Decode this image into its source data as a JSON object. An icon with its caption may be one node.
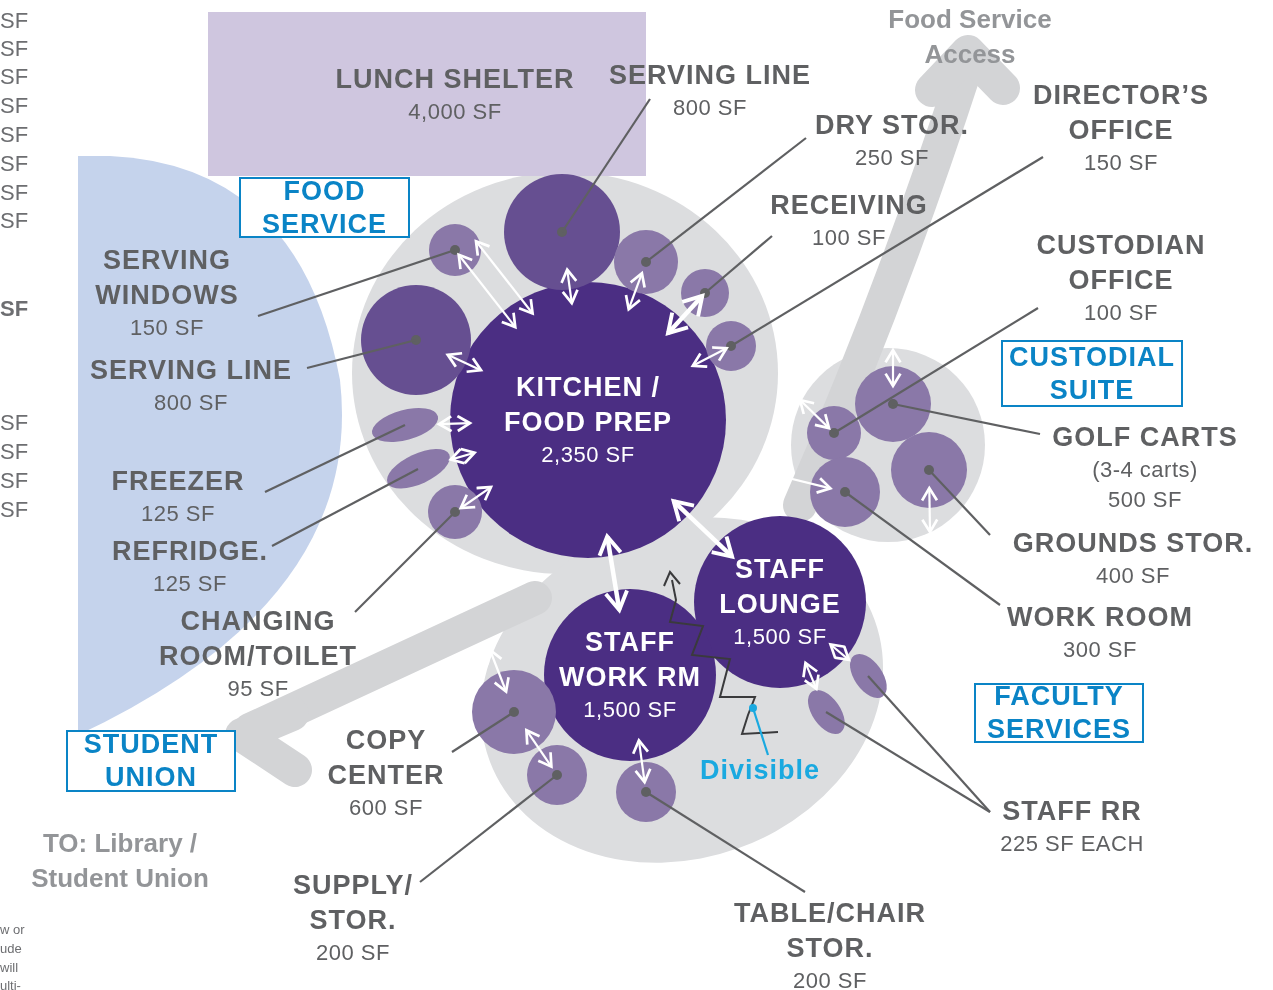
{
  "diagram": {
    "nodes": [
      {
        "text": [
          "LUNCH SHELTER",
          "4,000 SF"
        ]
      },
      {
        "text": [
          "FOOD SERVICE"
        ]
      },
      {
        "text": [
          "SERVING LINE",
          "800 SF"
        ]
      },
      {
        "text": [
          "DRY STOR.",
          "250 SF"
        ]
      },
      {
        "text": [
          "RECEIVING",
          "100 SF"
        ]
      },
      {
        "text": [
          "DIRECTOR’S OFFICE",
          "150 SF"
        ]
      },
      {
        "text": [
          "SERVING WINDOWS",
          "150 SF"
        ]
      },
      {
        "text": [
          "SERVING LINE",
          "800 SF"
        ]
      },
      {
        "text": [
          "KITCHEN / FOOD PREP",
          "2,350 SF"
        ]
      },
      {
        "text": [
          "CUSTODIAN OFFICE",
          "100 SF"
        ]
      },
      {
        "text": [
          "CUSTODIAL SUITE"
        ]
      },
      {
        "text": [
          "GOLF CARTS",
          "(3-4 carts)",
          "500 SF"
        ]
      },
      {
        "text": [
          "FREEZER",
          "125 SF"
        ]
      },
      {
        "text": [
          "REFRIDGE.",
          "125 SF"
        ]
      },
      {
        "text": [
          "GROUNDS STOR.",
          "400 SF"
        ]
      },
      {
        "text": [
          "STAFF LOUNGE",
          "1,500 SF"
        ]
      },
      {
        "text": [
          "CHANGING ROOM/TOILET",
          "95 SF"
        ]
      },
      {
        "text": [
          "STAFF WORK RM",
          "1,500 SF"
        ]
      },
      {
        "text": [
          "WORK ROOM",
          "300 SF"
        ]
      },
      {
        "text": [
          "FACULTY SERVICES"
        ]
      },
      {
        "text": [
          "STUDENT UNION"
        ]
      },
      {
        "text": [
          "COPY CENTER",
          "600 SF"
        ]
      },
      {
        "text": [
          "Divisible"
        ]
      },
      {
        "text": [
          "STAFF RR",
          "225 SF EACH"
        ]
      },
      {
        "text": [
          "SUPPLY/ STOR.",
          "200 SF"
        ]
      },
      {
        "text": [
          "TABLE/CHAIR STOR.",
          "200 SF"
        ]
      },
      {
        "text": [],
        "shape": "circle"
      },
      {
        "text": [],
        "shape": "circle"
      },
      {
        "text": [],
        "shape": "circle"
      },
      {
        "text": [],
        "shape": "circle"
      },
      {
        "text": [],
        "shape": "circle"
      },
      {
        "text": [],
        "shape": "circle"
      },
      {
        "text": [],
        "shape": "circle"
      },
      {
        "text": [],
        "shape": "ellipse"
      },
      {
        "text": [],
        "shape": "circle"
      },
      {
        "text": [],
        "shape": "ellipse"
      },
      {
        "text": [],
        "shape": "circle"
      },
      {
        "text": [],
        "shape": "circle"
      },
      {
        "text": [],
        "shape": "circle"
      },
      {
        "text": [],
        "shape": "ellipse"
      },
      {
        "text": [],
        "shape": "ellipse"
      },
      {
        "text": [],
        "shape": "circle"
      },
      {
        "text": [],
        "shape": "circle"
      },
      {
        "text": [],
        "shape": "circle"
      },
      {
        "text": [],
        "shape": "line"
      }
    ],
    "edges": [
      {
        "from": 2,
        "to": 26,
        "arrow": "none",
        "color": "#5f6062"
      },
      {
        "from": 3,
        "to": 28,
        "arrow": "none",
        "color": "#5f6062"
      },
      {
        "from": 4,
        "to": 29,
        "arrow": "none",
        "color": "#5f6062"
      },
      {
        "from": 5,
        "to": 31,
        "arrow": "none",
        "color": "#5f6062"
      },
      {
        "from": 6,
        "to": 27,
        "arrow": "none",
        "color": "#5f6062"
      },
      {
        "from": 7,
        "to": 30,
        "arrow": "none",
        "color": "#5f6062"
      },
      {
        "from": 9,
        "to": 34,
        "arrow": "none",
        "color": "#5f6062"
      },
      {
        "from": 11,
        "to": 32,
        "arrow": "none",
        "color": "#5f6062"
      },
      {
        "from": 12,
        "to": 33,
        "arrow": "none",
        "color": "#5f6062"
      },
      {
        "from": 13,
        "to": 35,
        "arrow": "none",
        "color": "#5f6062"
      },
      {
        "from": 14,
        "to": 36,
        "arrow": "none",
        "color": "#5f6062"
      },
      {
        "from": 18,
        "to": 37,
        "arrow": "none",
        "color": "#5f6062"
      },
      {
        "from": 16,
        "to": 38,
        "arrow": "none",
        "color": "#5f6062"
      },
      {
        "from": 21,
        "to": 41,
        "arrow": "none",
        "color": "#5f6062"
      },
      {
        "from": 23,
        "to": 39,
        "arrow": "none",
        "color": "#5f6062"
      },
      {
        "from": 23,
        "to": 40,
        "arrow": "none",
        "color": "#5f6062"
      },
      {
        "from": 24,
        "to": 42,
        "arrow": "none",
        "color": "#5f6062"
      },
      {
        "from": 25,
        "to": 43,
        "arrow": "none",
        "color": "#5f6062"
      },
      {
        "from": 22,
        "to": 44,
        "arrow": "none",
        "color": "#1aa9e0"
      },
      {
        "from": 8,
        "to": 26,
        "arrow": "both"
      },
      {
        "from": 8,
        "to": 27,
        "arrow": "both"
      },
      {
        "from": 8,
        "to": 27,
        "arrow": "both"
      },
      {
        "from": 8,
        "to": 28,
        "arrow": "both"
      },
      {
        "from": 8,
        "to": 29,
        "arrow": "both",
        "style": "thick"
      },
      {
        "from": 8,
        "to": 31,
        "arrow": "both"
      },
      {
        "from": 8,
        "to": 30,
        "arrow": "both"
      },
      {
        "from": 8,
        "to": 33,
        "arrow": "both"
      },
      {
        "from": 8,
        "to": 35,
        "arrow": "both"
      },
      {
        "from": 8,
        "to": 38,
        "arrow": "both"
      },
      {
        "from": 8,
        "to": 15,
        "arrow": "both",
        "style": "thick"
      },
      {
        "from": 8,
        "to": 17,
        "arrow": "both",
        "style": "thick"
      },
      {
        "from": null,
        "to": 34,
        "arrow": "both"
      },
      {
        "from": null,
        "to": 37,
        "arrow": "both"
      },
      {
        "from": null,
        "to": 32,
        "arrow": "both"
      },
      {
        "from": 36,
        "to": null,
        "arrow": "both"
      },
      {
        "from": 15,
        "to": 40,
        "arrow": "both"
      },
      {
        "from": 15,
        "to": 39,
        "arrow": "both"
      },
      {
        "from": null,
        "to": 41,
        "arrow": "both"
      },
      {
        "from": 41,
        "to": 42,
        "arrow": "both"
      },
      {
        "from": 17,
        "to": 43,
        "arrow": "both"
      }
    ],
    "labels": [
      "SF",
      "SF",
      "SF",
      "SF",
      "SF",
      "SF",
      "SF",
      "SF",
      "Food Service Access",
      "SF",
      "SF",
      "SF",
      "SF",
      "SF",
      "TO: Library / Student Union",
      "w or",
      "ude",
      "will",
      "ulti-"
    ]
  }
}
